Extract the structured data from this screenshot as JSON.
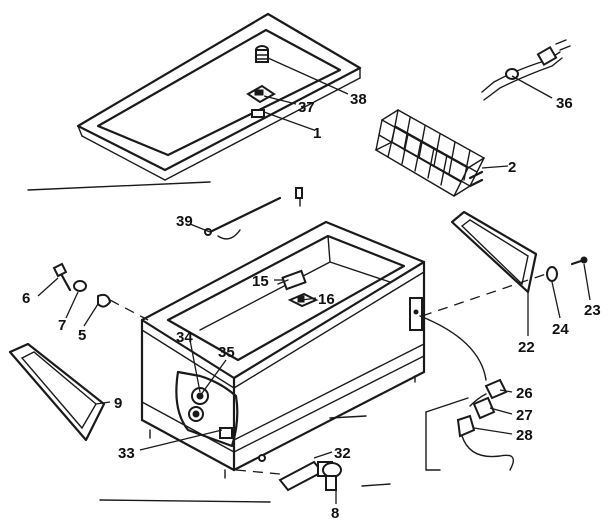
{
  "callouts": {
    "p1": "1",
    "p2": "2",
    "p5": "5",
    "p6": "6",
    "p7": "7",
    "p8": "8",
    "p9": "9",
    "p15": "15",
    "p16": "16",
    "p22": "22",
    "p23": "23",
    "p24": "24",
    "p26": "26",
    "p27": "27",
    "p28": "28",
    "p32": "32",
    "p33": "33",
    "p34": "34",
    "p35": "35",
    "p36": "36",
    "p37": "37",
    "p38": "38",
    "p39": "39"
  }
}
